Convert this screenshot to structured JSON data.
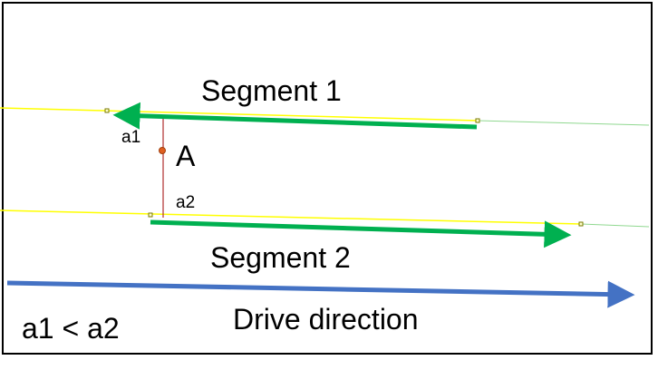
{
  "labels": {
    "segment1": "Segment 1",
    "segment2": "Segment 2",
    "point": "A",
    "a1": "a1",
    "a2": "a2",
    "drive_direction": "Drive direction",
    "relation": "a1 < a2"
  },
  "colors": {
    "background": "#ffffff",
    "frame": "#000000",
    "yellow_line": "#ffff00",
    "faint_green_line": "#90d890",
    "segment_arrow": "#00b050",
    "drive_arrow": "#4472c4",
    "connector": "#b03030",
    "point_marker": "#e06020",
    "handle": "#7a7a00"
  }
}
